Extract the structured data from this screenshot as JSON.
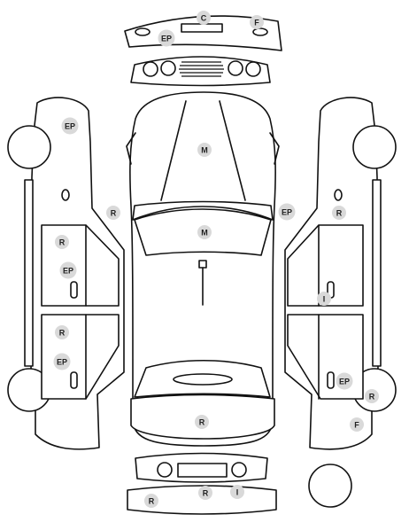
{
  "colors": {
    "line": "#111111",
    "badge_fill": "#d9d9d9",
    "badge_text": "#222222",
    "background": "#ffffff"
  },
  "markers": [
    {
      "id": "front-bumper-c",
      "code": "C"
    },
    {
      "id": "front-bumper-f",
      "code": "F"
    },
    {
      "id": "front-bumper-ep",
      "code": "EP"
    },
    {
      "id": "left-front-fender-ep",
      "code": "EP"
    },
    {
      "id": "left-mirror-r",
      "code": "R"
    },
    {
      "id": "hood-m",
      "code": "M"
    },
    {
      "id": "right-mirror-ep",
      "code": "EP"
    },
    {
      "id": "right-side-r",
      "code": "R"
    },
    {
      "id": "roof-m",
      "code": "M"
    },
    {
      "id": "left-front-door-r",
      "code": "R"
    },
    {
      "id": "left-front-door-ep",
      "code": "EP"
    },
    {
      "id": "right-front-door-i",
      "code": "I"
    },
    {
      "id": "left-rear-door-r",
      "code": "R"
    },
    {
      "id": "left-rear-door-ep",
      "code": "EP"
    },
    {
      "id": "right-rear-ep",
      "code": "EP"
    },
    {
      "id": "right-rear-wheel-r",
      "code": "R"
    },
    {
      "id": "trunk-r",
      "code": "R"
    },
    {
      "id": "right-rear-fender-f",
      "code": "F"
    },
    {
      "id": "rear-bumper-r-left",
      "code": "R"
    },
    {
      "id": "rear-bumper-r-center",
      "code": "R"
    },
    {
      "id": "rear-bumper-i",
      "code": "I"
    }
  ]
}
